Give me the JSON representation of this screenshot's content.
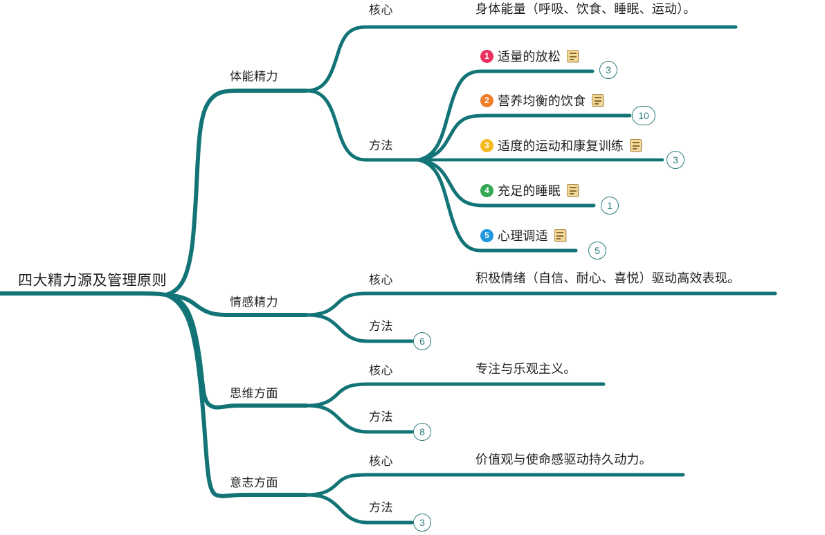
{
  "theme": {
    "line_color": "#137477",
    "text_color": "#231f20",
    "badge_outline_color": "#2c7a7a",
    "note_icon_fill": "#f0d99b",
    "note_icon_border": "#b8914a"
  },
  "root": {
    "label": "四大精力源及管理原则"
  },
  "branches": [
    {
      "label": "体能精力",
      "core": {
        "label": "核心",
        "text": "身体能量（呼吸、饮食、睡眠、运动）。"
      },
      "method": {
        "label": "方法",
        "items": [
          {
            "index": "1",
            "text": "适量的放松",
            "color": "#e8315f",
            "count": "3",
            "note_icon": "note-icon"
          },
          {
            "index": "2",
            "text": "营养均衡的饮食",
            "color": "#f07d2a",
            "count": "10",
            "note_icon": "note-icon"
          },
          {
            "index": "3",
            "text": "适度的运动和康复训练",
            "color": "#f5b921",
            "count": "3",
            "note_icon": "note-icon"
          },
          {
            "index": "4",
            "text": "充足的睡眠",
            "color": "#35a853",
            "count": "1",
            "note_icon": "note-icon"
          },
          {
            "index": "5",
            "text": "心理调适",
            "color": "#2196dd",
            "count": "5",
            "note_icon": "note-icon"
          }
        ]
      }
    },
    {
      "label": "情感精力",
      "core": {
        "label": "核心",
        "text": "积极情绪（自信、耐心、喜悦）驱动高效表现。"
      },
      "method": {
        "label": "方法",
        "count": "6",
        "items": []
      }
    },
    {
      "label": "思维方面",
      "core": {
        "label": "核心",
        "text": "专注与乐观主义。"
      },
      "method": {
        "label": "方法",
        "count": "8",
        "items": []
      }
    },
    {
      "label": "意志方面",
      "core": {
        "label": "核心",
        "text": "价值观与使命感驱动持久动力。"
      },
      "method": {
        "label": "方法",
        "count": "3",
        "items": []
      }
    }
  ]
}
